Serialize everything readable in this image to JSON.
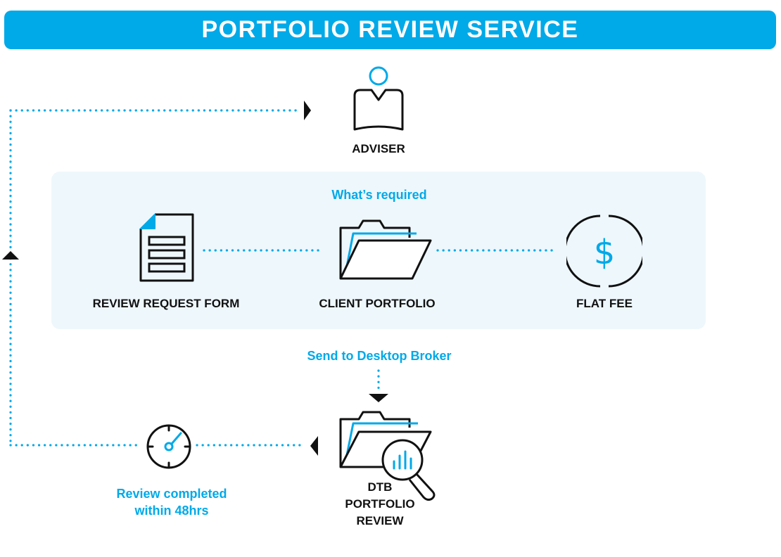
{
  "header": {
    "title": "PORTFOLIO REVIEW SERVICE"
  },
  "adviser": {
    "label": "ADVISER",
    "icon": "person-icon"
  },
  "requirements": {
    "heading": "What’s required",
    "items": [
      {
        "label": "REVIEW REQUEST FORM",
        "icon": "document-form-icon"
      },
      {
        "label": "CLIENT PORTFOLIO",
        "icon": "folder-icon"
      },
      {
        "label": "FLAT FEE",
        "icon": "dollar-icon"
      }
    ]
  },
  "send": {
    "label": "Send to Desktop Broker"
  },
  "review": {
    "label_line1": "DTB",
    "label_line2": "PORTFOLIO",
    "label_line3": "REVIEW",
    "icon": "folder-magnifier-icon"
  },
  "turnaround": {
    "label_line1": "Review completed",
    "label_line2": "within 48hrs",
    "icon": "clock-icon"
  },
  "colors": {
    "accent": "#00a9e8",
    "panel": "#eef7fc",
    "ink": "#111111"
  }
}
